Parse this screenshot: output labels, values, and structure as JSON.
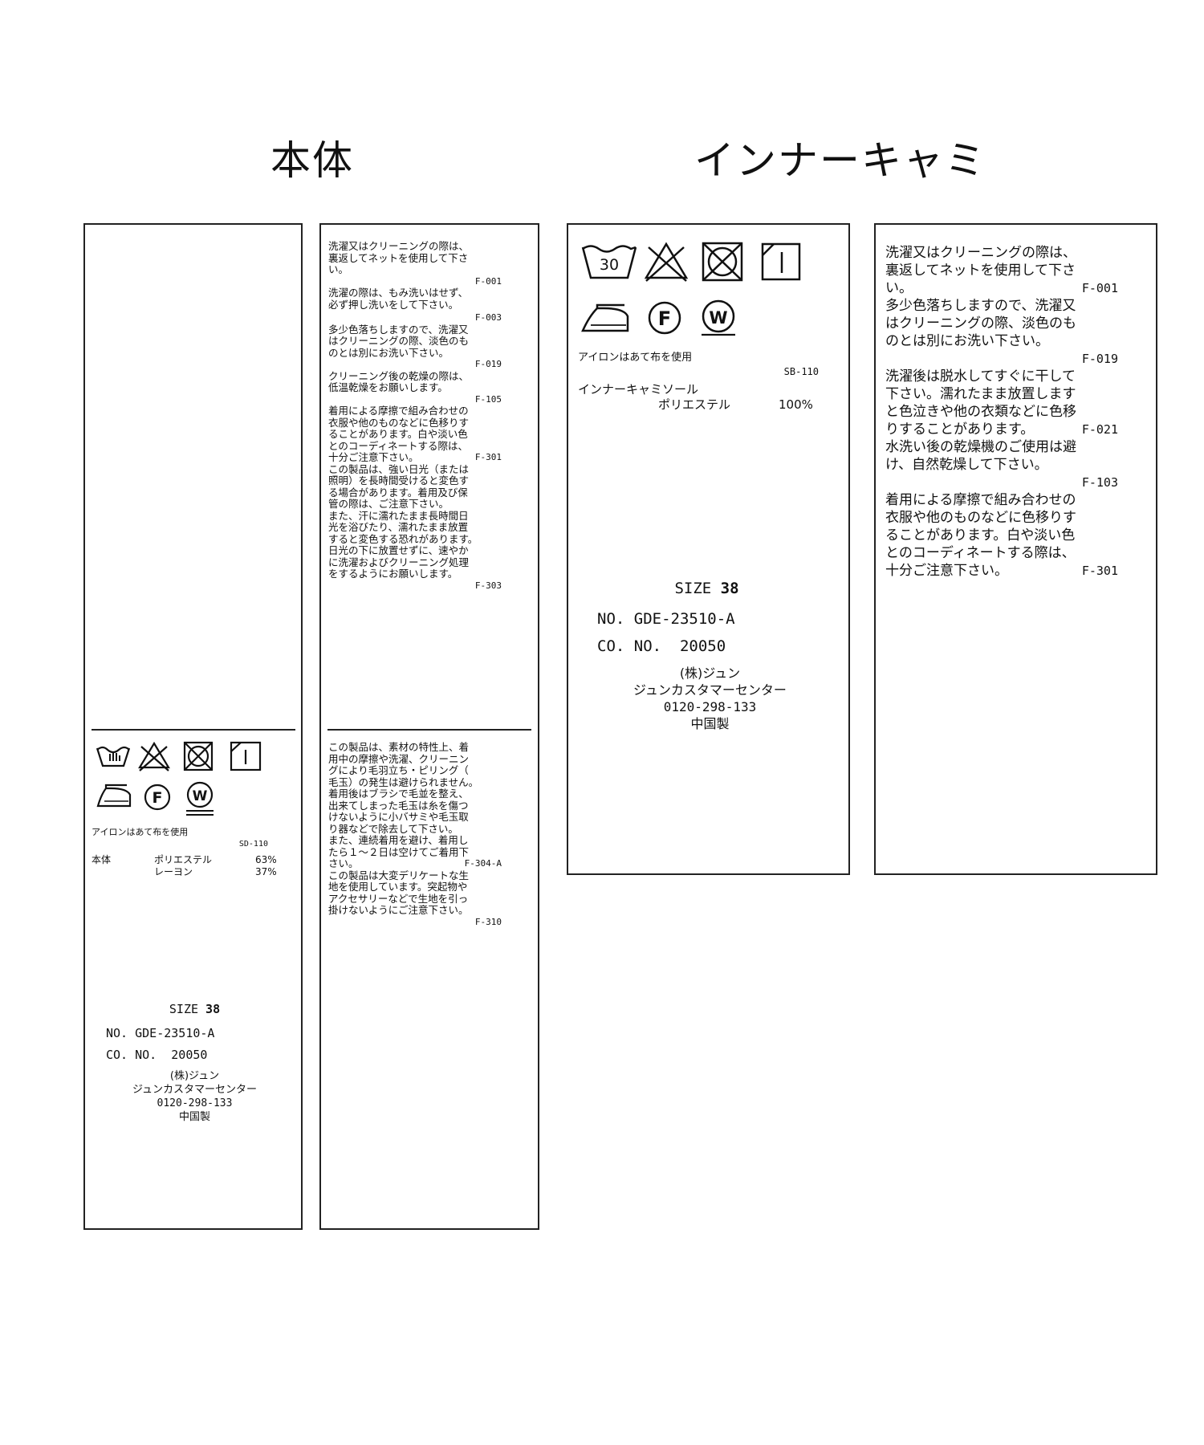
{
  "headings": {
    "body": "本体",
    "inner": "インナーキャミ"
  },
  "care_symbols": {
    "body": [
      "hand-wash-icon",
      "no-bleach-icon",
      "no-tumble-dry-icon",
      "line-dry-icon",
      "iron-low-icon",
      "dry-clean-f-icon",
      "wet-clean-w-icon"
    ],
    "inner": [
      "wash-30-icon",
      "no-bleach-icon",
      "no-tumble-dry-icon",
      "line-dry-icon",
      "iron-low-icon",
      "dry-clean-f-icon",
      "wet-clean-w-icon"
    ],
    "wash_temp": "30",
    "dry_clean_letter": "F",
    "wet_clean_letter": "W"
  },
  "body_label1": {
    "iron_note": "アイロンはあて布を使用",
    "iron_code": "SD-110",
    "composition_part": "本体",
    "materials": [
      {
        "name": "ポリエステル",
        "pct": "63%"
      },
      {
        "name": "レーヨン",
        "pct": "37%"
      }
    ],
    "size_label": "SIZE",
    "size_value": "38",
    "product_no": "NO. GDE-23510-A",
    "co_no": "CO. NO.  20050",
    "company": "(株)ジュン",
    "center": "ジュンカスタマーセンター",
    "phone": "0120-298-133",
    "origin": "中国製"
  },
  "body_label2": {
    "top_notes": [
      {
        "text": "洗濯又はクリーニングの際は、\n裏返してネットを使用して下さ\nい。",
        "code": "F-001"
      },
      {
        "text": "洗濯の際は、もみ洗いはせず、\n必ず押し洗いをして下さい。",
        "code": "F-003"
      },
      {
        "text": "多少色落ちしますので、洗濯又\nはクリーニングの際、淡色のも\nのとは別にお洗い下さい。",
        "code": "F-019"
      },
      {
        "text": "クリーニング後の乾燥の際は、\n低温乾燥をお願いします。",
        "code": "F-105"
      },
      {
        "text": "着用による摩擦で組み合わせの\n衣服や他のものなどに色移りす\nることがあります。白や淡い色\nとのコーディネートする際は、\n十分ご注意下さい。",
        "code": "F-301"
      },
      {
        "text": "この製品は、強い日光（または\n照明）を長時間受けると変色す\nる場合があります。着用及び保\n管の際は、ご注意下さい。\nまた、汗に濡れたまま長時間日\n光を浴びたり、濡れたまま放置\nすると変色する恐れがあります。\n日光の下に放置せずに、速やか\nに洗濯およびクリーニング処理\nをするようにお願いします。",
        "code": "F-303"
      }
    ],
    "bottom_notes": [
      {
        "text": "この製品は、素材の特性上、着\n用中の摩擦や洗濯、クリーニン\nグにより毛羽立ち・ピリング（\n毛玉）の発生は避けられません。\n着用後はブラシで毛並を整え、\n出来てしまった毛玉は糸を傷つ\nけないように小バサミや毛玉取\nり器などで除去して下さい。\nまた、連続着用を避け、着用し\nたら１～２日は空けてご着用下\nさい。",
        "code": "F-304-A"
      },
      {
        "text": "この製品は大変デリケートな生\n地を使用しています。突起物や\nアクセサリーなどで生地を引っ\n掛けないようにご注意下さい。",
        "code": "F-310"
      }
    ]
  },
  "inner_label1": {
    "iron_note": "アイロンはあて布を使用",
    "iron_code": "SB-110",
    "part": "インナーキャミソール",
    "material": "ポリエステル",
    "pct": "100%",
    "size_label": "SIZE",
    "size_value": "38",
    "product_no": "NO. GDE-23510-A",
    "co_no": "CO. NO.  20050",
    "company": "(株)ジュン",
    "center": "ジュンカスタマーセンター",
    "phone": "0120-298-133",
    "origin": "中国製"
  },
  "inner_label2": {
    "notes": [
      {
        "text": "洗濯又はクリーニングの際は、\n裏返してネットを使用して下さ\nい。",
        "code": "F-001"
      },
      {
        "text": "多少色落ちしますので、洗濯又\nはクリーニングの際、淡色のも\nのとは別にお洗い下さい。",
        "code": "F-019"
      },
      {
        "text": "洗濯後は脱水してすぐに干して\n下さい。濡れたまま放置します\nと色泣きや他の衣類などに色移\nりすることがあります。",
        "code": "F-021"
      },
      {
        "text": "水洗い後の乾燥機のご使用は避\nけ、自然乾燥して下さい。",
        "code": "F-103"
      },
      {
        "text": "着用による摩擦で組み合わせの\n衣服や他のものなどに色移りす\nることがあります。白や淡い色\nとのコーディネートする際は、\n十分ご注意下さい。",
        "code": "F-301"
      }
    ]
  }
}
